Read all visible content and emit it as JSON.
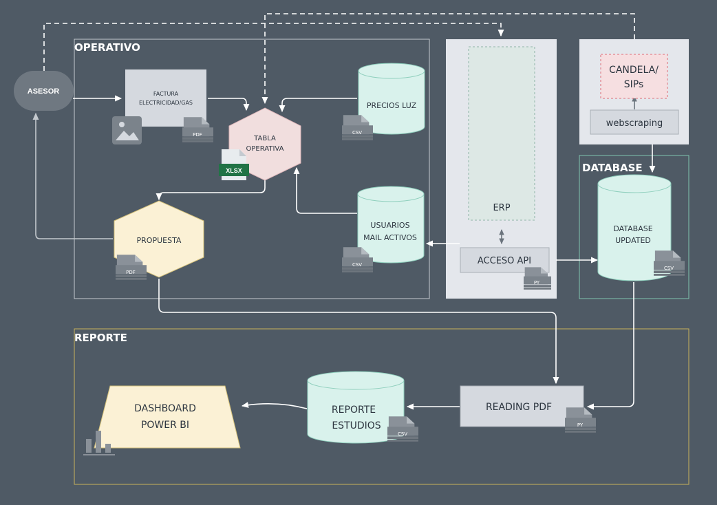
{
  "sections": {
    "operativo": "OPERATIVO",
    "database": "DATABASE",
    "reporte": "REPORTE"
  },
  "nodes": {
    "asesor": "ASESOR",
    "factura_line1": "FACTURA",
    "factura_line2": "ELECTRICIDAD/GAS",
    "tabla_line1": "TABLA",
    "tabla_line2": "OPERATIVA",
    "precios_luz": "PRECIOS LUZ",
    "usuarios_line1": "USUARIOS",
    "usuarios_line2": "MAIL ACTIVOS",
    "propuesta": "PROPUESTA",
    "erp": "ERP",
    "acceso_api": "ACCESO API",
    "candela_line1": "CANDELA/",
    "candela_line2": "SIPs",
    "webscraping": "webscraping",
    "database_line1": "DATABASE",
    "database_line2": "UPDATED",
    "reading_pdf": "READING PDF",
    "reporte_line1": "REPORTE",
    "reporte_line2": "ESTUDIOS",
    "dashboard_line1": "DASHBOARD",
    "dashboard_line2": "POWER BI"
  },
  "file_badges": {
    "pdf": "PDF",
    "csv": "CSV",
    "xlsx": "XLSX",
    "py": "PY"
  },
  "icons": [
    "image-icon",
    "pdf-file-icon",
    "csv-file-icon",
    "xlsx-file-icon",
    "py-file-icon",
    "bar-chart-icon"
  ],
  "colors": {
    "background": "#4f5a65",
    "panel_border": "#c4c9ce",
    "database_border": "#7fc4b0",
    "reporte_border": "#c9b25a",
    "cylinder_fill": "#d9f2ec",
    "cylinder_stroke": "#8fcfbd",
    "tabla_fill": "#f1dede",
    "propuesta_fill": "#fbf1d5",
    "dashboard_fill": "#fbf1d5",
    "gray_box": "#d5d9df",
    "erp_panel": "#e4e7ec",
    "erp_inner": "#dde8e5",
    "candela_fill": "#f6dfe1",
    "candela_border": "#e06c78",
    "file_icon": "#7b838b",
    "xlsx_green": "#217346"
  }
}
